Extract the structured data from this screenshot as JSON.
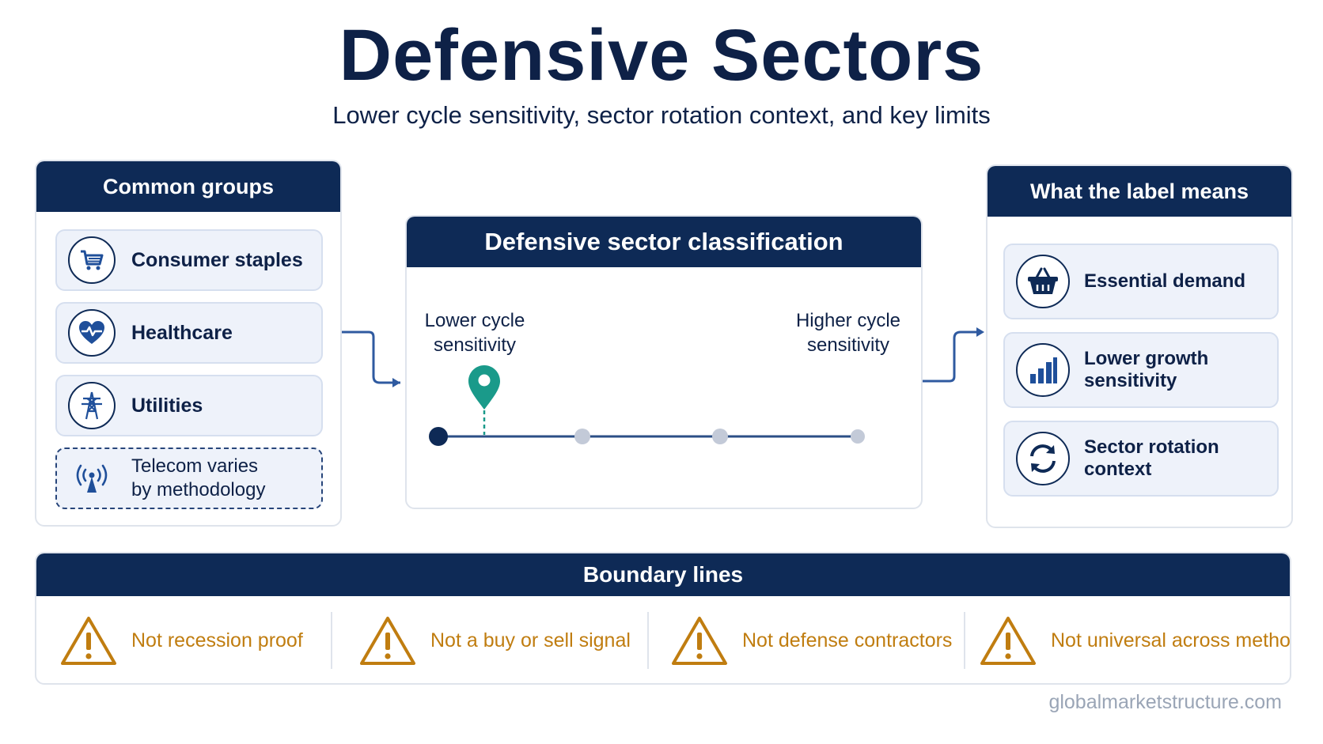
{
  "header": {
    "title": "Defensive Sectors",
    "subtitle": "Lower cycle sensitivity, sector rotation context, and key limits"
  },
  "left_panel": {
    "title": "Common groups",
    "items": [
      {
        "label": "Consumer staples",
        "icon": "shopping-cart-icon"
      },
      {
        "label": "Healthcare",
        "icon": "heart-pulse-icon"
      },
      {
        "label": "Utilities",
        "icon": "power-tower-icon"
      },
      {
        "label": "Telecom varies\nby methodology",
        "icon": "antenna-icon"
      }
    ]
  },
  "center_panel": {
    "title": "Defensive sector classification",
    "low_label": "Lower cycle\nsensitivity",
    "high_label": "Higher cycle\nsensitivity",
    "marker_icon": "location-pin-icon"
  },
  "right_panel": {
    "title": "What the label means",
    "items": [
      {
        "label": "Essential demand",
        "icon": "basket-icon"
      },
      {
        "label": "Lower growth sensitivity",
        "icon": "bar-chart-icon"
      },
      {
        "label": "Sector rotation context",
        "icon": "rotate-arrows-icon"
      }
    ]
  },
  "bottom_panel": {
    "title": "Boundary lines",
    "items": [
      {
        "label": "Not recession proof",
        "icon": "warning-icon"
      },
      {
        "label": "Not a buy or sell signal",
        "icon": "warning-icon"
      },
      {
        "label": "Not defense contractors",
        "icon": "warning-icon"
      },
      {
        "label": "Not universal across methods",
        "icon": "warning-icon"
      }
    ]
  },
  "footer": {
    "text": "globalmarketstructure.com"
  },
  "colors": {
    "navy": "#0e2a56",
    "teal": "#1a9a8a",
    "warning": "#c07d10",
    "card_bg": "#eef2fa",
    "dot_gray": "#c3cad8"
  }
}
